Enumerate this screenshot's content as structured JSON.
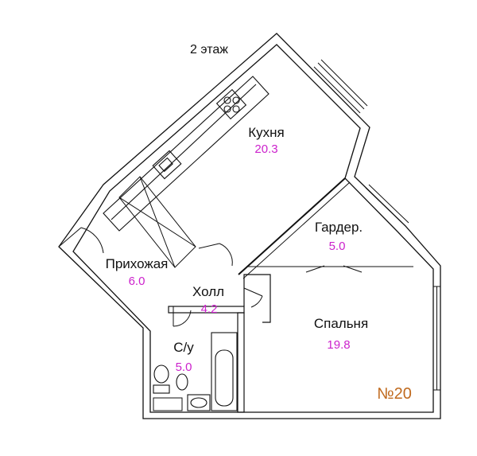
{
  "floor_label": "2 этаж",
  "apartment_number": "№20",
  "rooms": {
    "kitchen": {
      "name": "Кухня",
      "area": "20.3"
    },
    "wardrobe": {
      "name": "Гардер.",
      "area": "5.0"
    },
    "hallway": {
      "name": "Прихожая",
      "area": "6.0"
    },
    "hall": {
      "name": "Холл",
      "area": "4.2"
    },
    "bedroom": {
      "name": "Спальня",
      "area": "19.8"
    },
    "bathroom": {
      "name": "С/у",
      "area": "5.0"
    }
  },
  "colors": {
    "wall": "#111111",
    "area_text": "#cc22cc",
    "apartment_number": "#c06a1e"
  }
}
